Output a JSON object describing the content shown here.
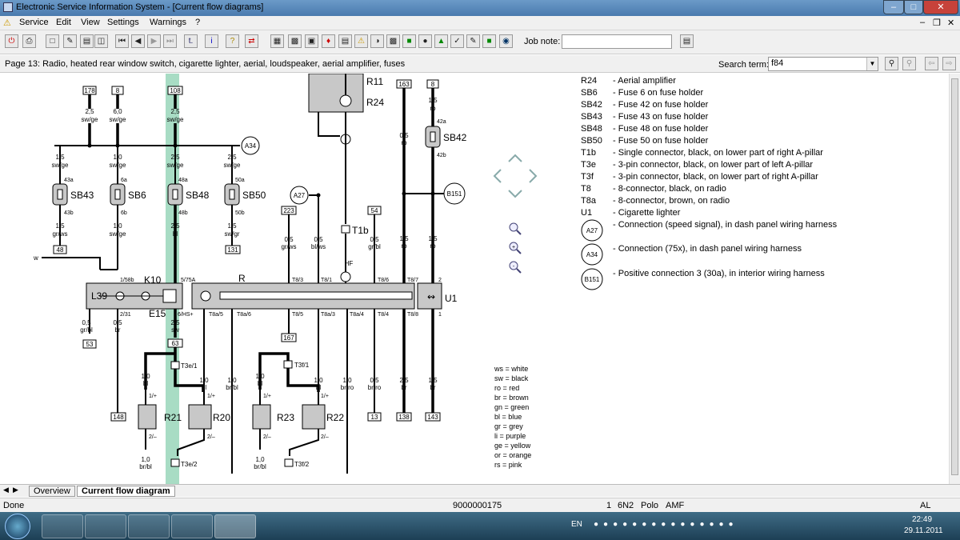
{
  "window": {
    "title": "Electronic Service Information System - [Current flow diagrams]"
  },
  "menu": {
    "items": [
      "Service",
      "Edit",
      "View",
      "Settings",
      "Warnings",
      "?"
    ]
  },
  "toolbar": {
    "job_note_label": "Job note:",
    "job_note_value": ""
  },
  "infobar": {
    "page_title": "Page 13: Radio, heated rear window switch, cigarette lighter, aerial, loudspeaker, aerial amplifier, fuses",
    "search_label": "Search term:",
    "search_value": "f84"
  },
  "diagram": {
    "top_wires": [
      {
        "id": "178",
        "size": "2,5",
        "color": "sw/ge"
      },
      {
        "id": "8",
        "size": "6,0",
        "color": "sw/ge"
      },
      {
        "id": "108",
        "size": "2,5",
        "color": "sw/ge"
      }
    ],
    "fuses": [
      {
        "name": "SB43",
        "in": "43a",
        "out": "43b",
        "size_top": "1,5",
        "col_top": "sw/ge",
        "size_bot": "1,5",
        "col_bot": "gr/ws",
        "term": "48"
      },
      {
        "name": "SB6",
        "in": "6a",
        "out": "6b",
        "size_top": "1,0",
        "col_top": "sw/ge",
        "size_bot": "1,0",
        "col_bot": "sw/ge",
        "term": ""
      },
      {
        "name": "SB48",
        "in": "48a",
        "out": "48b",
        "size_top": "2,5",
        "col_top": "sw/ge",
        "size_bot": "2,5",
        "col_bot": "bl",
        "term": ""
      },
      {
        "name": "SB50",
        "in": "50a",
        "out": "50b",
        "size_top": "2,5",
        "col_top": "sw/ge",
        "size_bot": "1,5",
        "col_bot": "sw/gr",
        "term": "131"
      }
    ],
    "conn_a34": "A34",
    "conn_a27": "A27",
    "conn_b151": "B151",
    "labels": {
      "r11": "R11",
      "r24": "R24",
      "sb42": "SB42",
      "k10": "K10",
      "l39": "L39",
      "e15": "E15",
      "r": "R",
      "u1": "U1",
      "t1b": "T1b",
      "hf": "HF",
      "w": "w",
      "p158b": "1/58b",
      "p575a": "5/75A",
      "p231": "2/31",
      "p6hs": "6/HS+",
      "t83": "T8/3",
      "t81": "T8/1",
      "t86": "T8/6",
      "t87": "T8/7",
      "t85": "T8/5",
      "t8a5": "T8a/5",
      "t8a6": "T8a/6",
      "t8a3": "T8a/3",
      "t8a4": "T8a/4",
      "t84": "T8/4",
      "t88": "T8/8",
      "t3e1": "T3e/1",
      "t3e2": "T3e/2",
      "t3f1": "T3f/1",
      "t3f2": "T3f/2",
      "r21": "R21",
      "r20": "R20",
      "r23": "R23",
      "r22": "R22",
      "n163": "163",
      "n8b": "8",
      "n223": "223",
      "n54": "54",
      "n53": "53",
      "n63": "63",
      "n167": "167",
      "n148": "148",
      "n13": "13",
      "n138": "138",
      "n143": "143",
      "n42a": "42a",
      "n42b": "42b",
      "pin2": "2",
      "pin1": "1",
      "p1plus": "1/+",
      "p2minus": "2/–"
    },
    "sizes": {
      "s163": "0,5",
      "c163": "ro",
      "s8": "1,5",
      "c8": "ro",
      "s223": "0,5",
      "c223": "gr/ws",
      "sbiws": "0,5",
      "cbiws": "bl/ws",
      "s54": "0,5",
      "c54": "gr/bl",
      "s_ro1": "1,5",
      "c_ro1": "ro",
      "s_ro2": "1,5",
      "c_ro2": "ro",
      "s53": "0,5",
      "c53": "gr/bl",
      "s_br": "0,5",
      "c_br": "br",
      "s63": "2,5",
      "c63": "sw",
      "s_bl1": "1,0",
      "c_bl1": "bl",
      "s_bl2": "1,0",
      "c_bl2": "bl",
      "s_brbl": "1,0",
      "c_brbl": "br/bl",
      "s_bl3": "1,0",
      "c_bl3": "bl",
      "s_bl4": "1,0",
      "c_bl4": "bl",
      "s_brro": "1,0",
      "c_brro": "br/ro",
      "s_brro2": "0,5",
      "c_brro2": "br/ro",
      "s_br25": "2,5",
      "c_br25": "br",
      "s_br15": "1,5",
      "c_br15": "br",
      "s_brbl2": "1,0",
      "c_brbl2": "br/bl",
      "s_brbl3": "1,0",
      "c_brbl3": "br/bl"
    }
  },
  "legend": [
    {
      "code": "R24",
      "text": "Aerial amplifier"
    },
    {
      "code": "SB6",
      "text": "Fuse 6 on fuse holder"
    },
    {
      "code": "SB42",
      "text": "Fuse 42 on fuse holder"
    },
    {
      "code": "SB43",
      "text": "Fuse 43 on fuse holder"
    },
    {
      "code": "SB48",
      "text": "Fuse 48 on fuse holder"
    },
    {
      "code": "SB50",
      "text": "Fuse 50 on fuse holder"
    },
    {
      "code": "T1b",
      "text": "Single connector, black, on lower part of right A-pillar"
    },
    {
      "code": "T3e",
      "text": "3-pin connector, black, on lower part of left A-pillar"
    },
    {
      "code": "T3f",
      "text": "3-pin connector, black, on lower part of right A-pillar"
    },
    {
      "code": "T8",
      "text": "8-connector, black, on radio"
    },
    {
      "code": "T8a",
      "text": "8-connector, brown, on radio"
    },
    {
      "code": "U1",
      "text": "Cigarette lighter"
    }
  ],
  "legend_circles": [
    {
      "code": "A27",
      "text": "Connection (speed signal), in dash panel wiring harness"
    },
    {
      "code": "A34",
      "text": "Connection (75x), in dash panel wiring harness"
    },
    {
      "code": "B151",
      "text": "Positive connection 3 (30a), in interior wiring harness"
    }
  ],
  "colors_key": [
    {
      "abbr": "ws",
      "name": "white"
    },
    {
      "abbr": "sw",
      "name": "black"
    },
    {
      "abbr": "ro",
      "name": "red"
    },
    {
      "abbr": "br",
      "name": "brown"
    },
    {
      "abbr": "gn",
      "name": "green"
    },
    {
      "abbr": "bl",
      "name": "blue"
    },
    {
      "abbr": "gr",
      "name": "grey"
    },
    {
      "abbr": "li",
      "name": "purple"
    },
    {
      "abbr": "ge",
      "name": "yellow"
    },
    {
      "abbr": "or",
      "name": "orange"
    },
    {
      "abbr": "rs",
      "name": "pink"
    }
  ],
  "tabs": [
    {
      "label": "Overview"
    },
    {
      "label": "Current flow diagram"
    }
  ],
  "status": {
    "left": "Done",
    "code": "9000000175",
    "num": "1",
    "model_code": "6N2",
    "model": "Polo",
    "engine": "AMF",
    "lang": "AL"
  },
  "taskbar": {
    "lang": "EN",
    "time": "22:49",
    "date": "29.11.2011"
  },
  "colors": {
    "highlight": "#a8dcc4",
    "component": "#c8c8c8",
    "titlebar": "#5a8abc"
  }
}
